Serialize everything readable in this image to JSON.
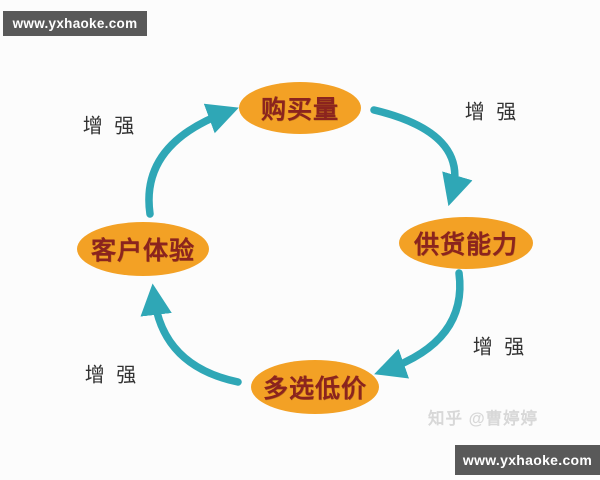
{
  "theme": {
    "background": "#fcfcfc",
    "node_fill": "#f3a125",
    "node_text": "#8b241e",
    "arrow": "#2fa7b6",
    "label_text": "#323232",
    "banner_bg": "#595959",
    "banner_text": "#ffffff",
    "credit_text": "#d8d8d8"
  },
  "watermark_top": {
    "text": "www.yxhaoke.com"
  },
  "watermark_bottom": {
    "text": "www.yxhaoke.com"
  },
  "credit": {
    "text": "知乎 @曹婷婷"
  },
  "diagram": {
    "type": "cycle",
    "direction": "clockwise",
    "nodes": [
      {
        "id": "top",
        "label": "购买量"
      },
      {
        "id": "right",
        "label": "供货能力"
      },
      {
        "id": "bottom",
        "label": "多选低价"
      },
      {
        "id": "left",
        "label": "客户体验"
      }
    ],
    "edges": [
      {
        "from": "客户体验",
        "to": "购买量",
        "label": "增 强",
        "position": "top-left"
      },
      {
        "from": "购买量",
        "to": "供货能力",
        "label": "增 强",
        "position": "top-right"
      },
      {
        "from": "供货能力",
        "to": "多选低价",
        "label": "增 强",
        "position": "bottom-right"
      },
      {
        "from": "多选低价",
        "to": "客户体验",
        "label": "增 强",
        "position": "bottom-left"
      }
    ]
  }
}
